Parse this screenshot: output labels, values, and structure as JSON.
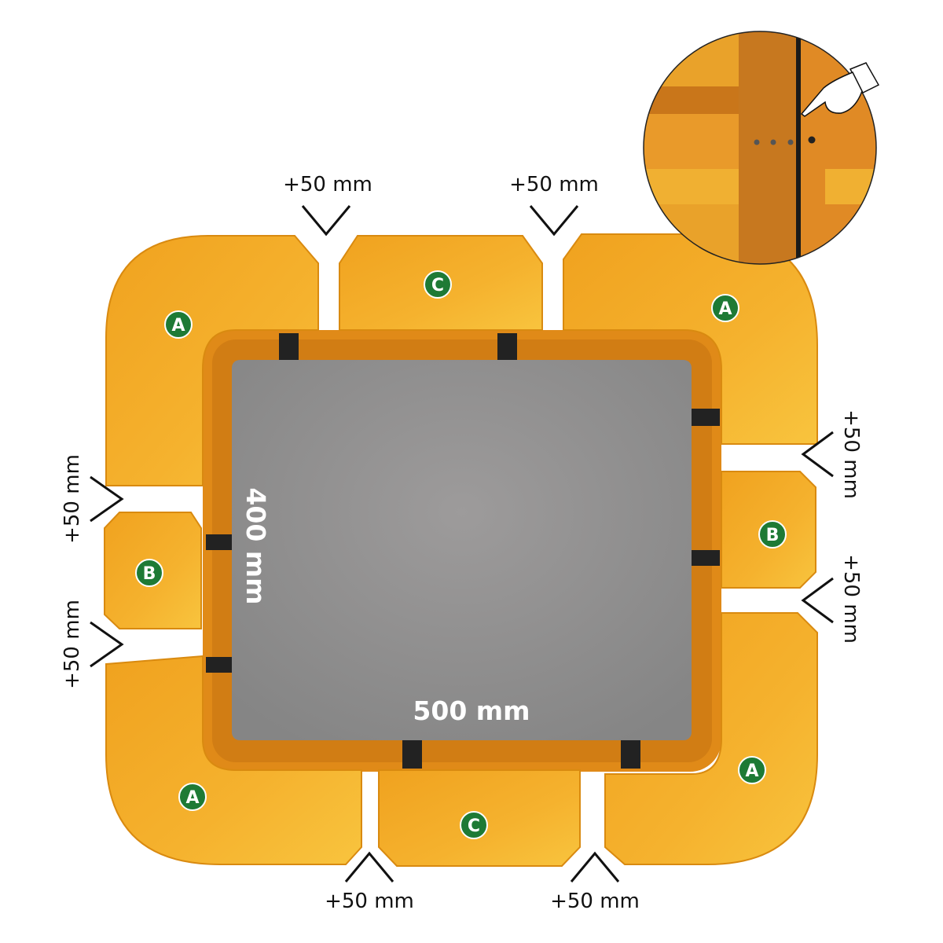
{
  "dimensions": {
    "extension_label": "+50 mm",
    "depth_label": "400 mm",
    "width_label": "500 mm"
  },
  "pieces": {
    "corner": "A",
    "side_short": "B",
    "side_long": "C"
  },
  "colors": {
    "module": "#f2a925",
    "module_dark": "#d9821a",
    "tray": "#8f8f8f",
    "badge": "#1e7a35"
  },
  "inset": {
    "icon": "pointing-hand-icon"
  }
}
